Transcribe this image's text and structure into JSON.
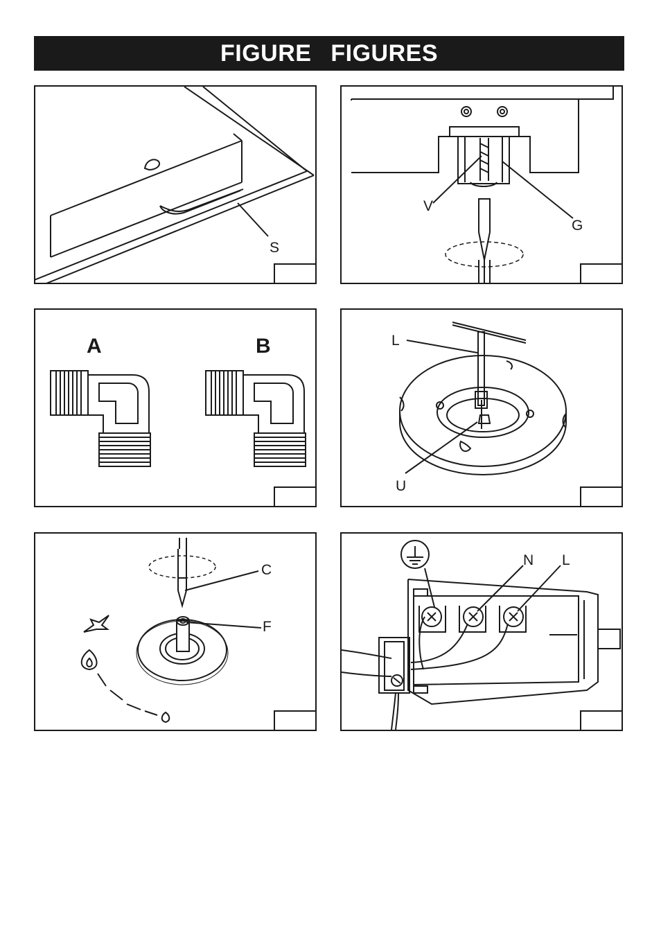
{
  "header": {
    "title": "FIGURE   FIGURES"
  },
  "figures": [
    {
      "id": "hob-seal",
      "labels": {
        "s": "S"
      }
    },
    {
      "id": "screw-adjust",
      "labels": {
        "v": "V",
        "g": "G"
      }
    },
    {
      "id": "elbow-fittings",
      "labels": {
        "a": "A",
        "b": "B"
      }
    },
    {
      "id": "burner-key",
      "labels": {
        "l": "L",
        "u": "U"
      }
    },
    {
      "id": "tap-bypass",
      "labels": {
        "c": "C",
        "f": "F"
      }
    },
    {
      "id": "terminal-block",
      "labels": {
        "n": "N",
        "l": "L"
      }
    }
  ],
  "icons": [
    "earth-symbol-icon",
    "spark-icon",
    "flame-high-icon",
    "flame-low-icon"
  ],
  "colors": {
    "banner": "#1a1a1a",
    "line": "#1a1a1a",
    "background": "#ffffff"
  }
}
